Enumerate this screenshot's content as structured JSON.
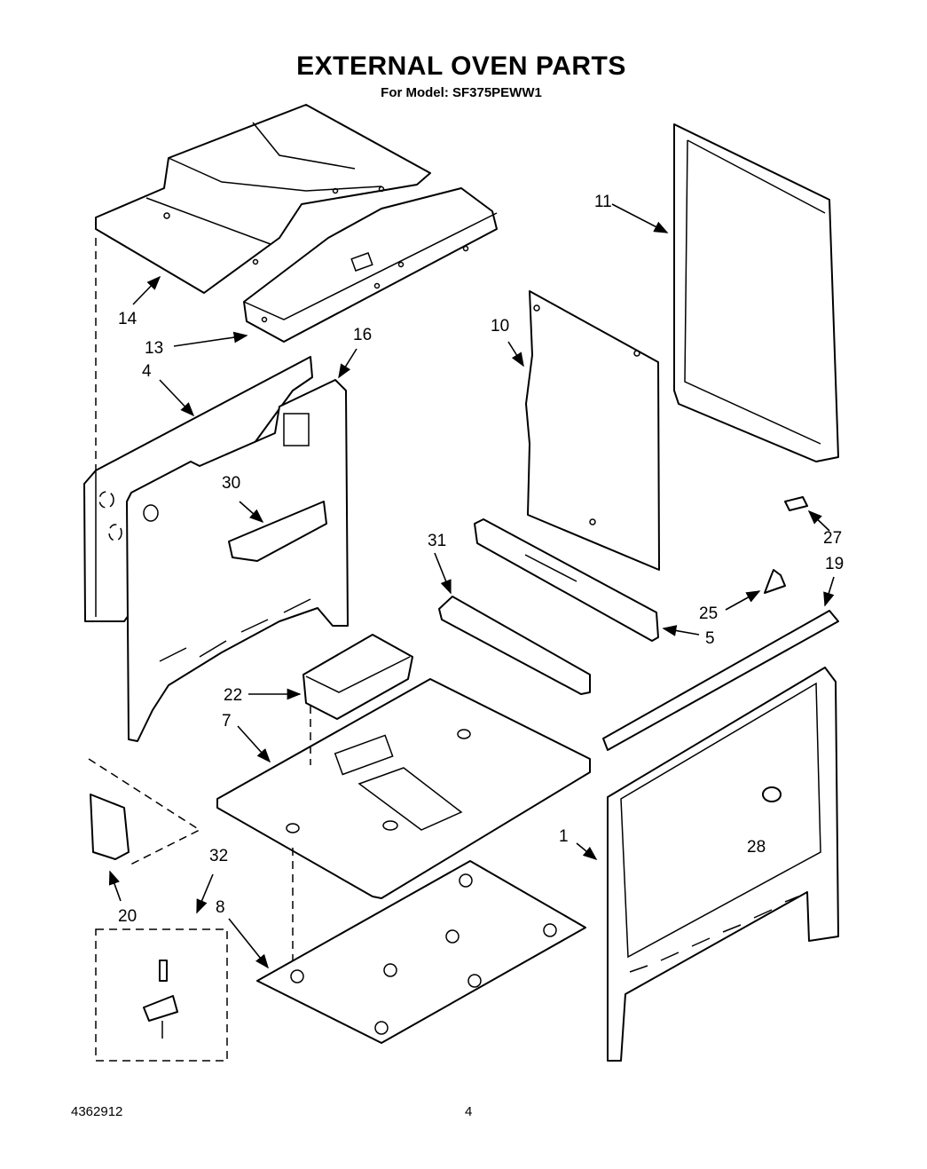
{
  "header": {
    "title": "EXTERNAL OVEN PARTS",
    "subtitle": "For Model: SF375PEWW1"
  },
  "footer": {
    "doc_number": "4362912",
    "page_number": "4"
  },
  "callouts": {
    "c1": "1",
    "c4": "4",
    "c5": "5",
    "c7": "7",
    "c8": "8",
    "c10": "10",
    "c11": "11",
    "c13": "13",
    "c14": "14",
    "c16": "16",
    "c19": "19",
    "c20": "20",
    "c22": "22",
    "c25": "25",
    "c27": "27",
    "c28": "28",
    "c30": "30",
    "c31": "31",
    "c32": "32"
  }
}
